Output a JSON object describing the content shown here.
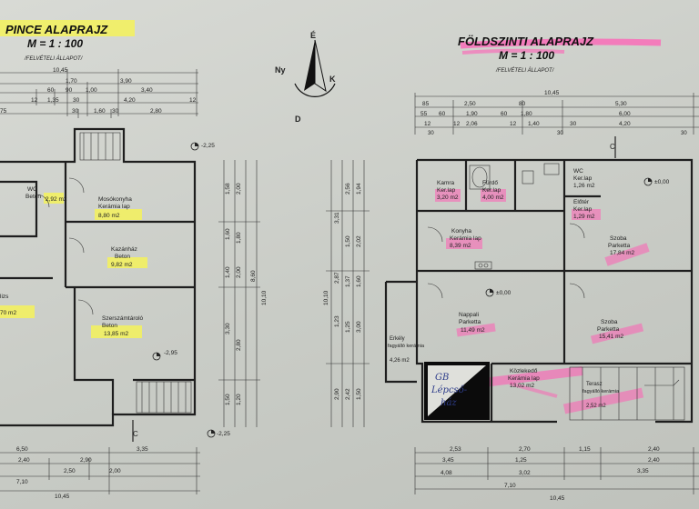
{
  "left_plan": {
    "title": "PINCE ALAPRAJZ",
    "scale": "M = 1 : 100",
    "status": "/FELVÉTELI ÁLLAPOT/",
    "top_dims": [
      "10,45",
      "1,70",
      "3,90",
      "60",
      "90",
      "1,00",
      "3,40",
      "12",
      "1,35",
      "30",
      "4,20",
      "12",
      "75",
      "30",
      "1,60",
      "30",
      "2,80"
    ],
    "rooms": [
      {
        "name": "WC",
        "floor": "Beton",
        "area": "2,92 m2"
      },
      {
        "name": "Mosókonyha",
        "floor": "Kerámia lap",
        "area": "8,80 m2"
      },
      {
        "name": "Kazánház",
        "floor": "Beton",
        "area": "9,82 m2"
      },
      {
        "name": "Szerszámtároló",
        "floor": "Beton",
        "area": "13,85 m2"
      },
      {
        "name": "lizs",
        "floor": "",
        "area": "70 m2"
      }
    ],
    "level_marks": [
      "-2,25",
      "-2,95",
      "-2,25"
    ],
    "right_dims": [
      "1,58",
      "2,00",
      "1,60",
      "1,80",
      "1,40",
      "2,00",
      "3,30",
      "2,80",
      "1,50",
      "1,20",
      "10,10",
      "8,60"
    ],
    "bottom_dims": [
      "6,50",
      "3,35",
      "2,40",
      "2,90",
      "2,50",
      "2,00",
      "7,10",
      "10,45"
    ],
    "section_mark": "C"
  },
  "north_arrow": {
    "n": "É",
    "w": "Ny",
    "e": "K",
    "s": "D"
  },
  "right_plan": {
    "title": "FÖLDSZINTI ALAPRAJZ",
    "scale": "M = 1 : 100",
    "status": "/FELVÉTELI ÁLLAPOT/",
    "top_dims": [
      "10,45",
      "85",
      "2,50",
      "80",
      "5,30",
      "55",
      "60",
      "1,90",
      "60",
      "1,80",
      "6,00",
      "12",
      "12",
      "2,06",
      "12",
      "1,40",
      "30",
      "4,20",
      "30",
      "30",
      "30"
    ],
    "rooms": [
      {
        "name": "Kamra",
        "floor": "Ker.lap",
        "area": "3,20 m2"
      },
      {
        "name": "Fürdő",
        "floor": "Ker.lap",
        "area": "4,00 m2"
      },
      {
        "name": "WC",
        "floor": "Ker.lap",
        "area": "1,26 m2"
      },
      {
        "name": "Előtér",
        "floor": "Ker.lap",
        "area": "1,29 m2"
      },
      {
        "name": "Konyha",
        "floor": "Kerámia lap",
        "area": "8,39 m2"
      },
      {
        "name": "Szoba",
        "floor": "Parketta",
        "area": "17,84 m2"
      },
      {
        "name": "Nappali",
        "floor": "Parketta",
        "area": "11,49 m2"
      },
      {
        "name": "Szoba",
        "floor": "Parketta",
        "area": "15,41 m2"
      },
      {
        "name": "Erkély",
        "floor": "fagyálló kerámia",
        "area": "4,26 m2"
      },
      {
        "name": "Közlekedő",
        "floor": "Kerámia lap",
        "area": "13,02 m2"
      },
      {
        "name": "Terasz",
        "floor": "fagyálló kerámia",
        "area": "2,52 m2"
      }
    ],
    "level_marks": [
      "±0,00",
      "±0,00"
    ],
    "left_dims": [
      "10,10",
      "2,90",
      "1,23",
      "2,87",
      "3,31",
      "2,56",
      "2,42",
      "1,50",
      "1,25",
      "1,37",
      "1,94",
      "2,02",
      "1,60",
      "1,50",
      "3,00"
    ],
    "bottom_dims": [
      "2,53",
      "2,70",
      "1,15",
      "2,40",
      "3,45",
      "1,25",
      "2,40",
      "4,08",
      "3,02",
      "3,35",
      "7,10",
      "10,45"
    ],
    "handwritten_note": [
      "GB",
      "Lépcső-",
      "ház"
    ],
    "section_mark": "C"
  },
  "colors": {
    "highlight_yellow": "#f5f25a",
    "highlight_pink": "#ff5fb5",
    "note_ink": "#2d3c8a"
  }
}
